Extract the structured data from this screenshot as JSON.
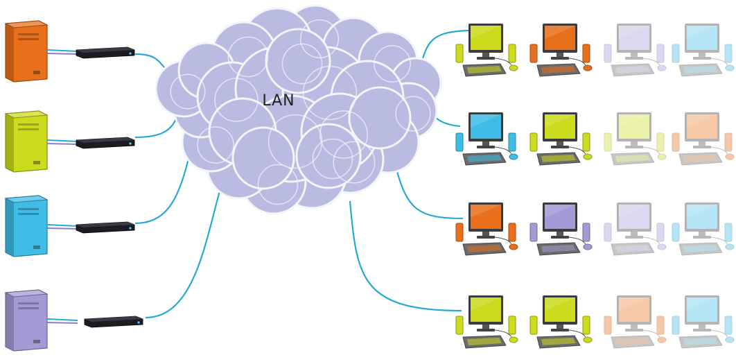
{
  "network": {
    "label": "LAN",
    "cloud_color": "#b9bbe0",
    "cloud_outline": "#f4f4fb",
    "link_color": "#27a9d6"
  },
  "servers": [
    {
      "id": "server-1",
      "color": "#e8701c",
      "connected": true
    },
    {
      "id": "server-2",
      "color": "#cddb1e",
      "connected": true
    },
    {
      "id": "server-3",
      "color": "#3fbde6",
      "connected": true
    },
    {
      "id": "server-4",
      "color": "#a49ad6",
      "connected": true
    }
  ],
  "workstation_rows": [
    {
      "row": 1,
      "workstations": [
        {
          "color": "#cddb1e",
          "faded": false
        },
        {
          "color": "#e8701c",
          "faded": false
        },
        {
          "color": "#a49ad6",
          "faded": true
        },
        {
          "color": "#3fbde6",
          "faded": true
        }
      ]
    },
    {
      "row": 2,
      "workstations": [
        {
          "color": "#3fbde6",
          "faded": false
        },
        {
          "color": "#cddb1e",
          "faded": false
        },
        {
          "color": "#cddb1e",
          "faded": true
        },
        {
          "color": "#e8701c",
          "faded": true
        }
      ]
    },
    {
      "row": 3,
      "workstations": [
        {
          "color": "#e8701c",
          "faded": false
        },
        {
          "color": "#a49ad6",
          "faded": false
        },
        {
          "color": "#a49ad6",
          "faded": true
        },
        {
          "color": "#3fbde6",
          "faded": true
        }
      ]
    },
    {
      "row": 4,
      "workstations": [
        {
          "color": "#cddb1e",
          "faded": false
        },
        {
          "color": "#cddb1e",
          "faded": false
        },
        {
          "color": "#e8701c",
          "faded": true
        },
        {
          "color": "#3fbde6",
          "faded": true
        }
      ]
    }
  ]
}
